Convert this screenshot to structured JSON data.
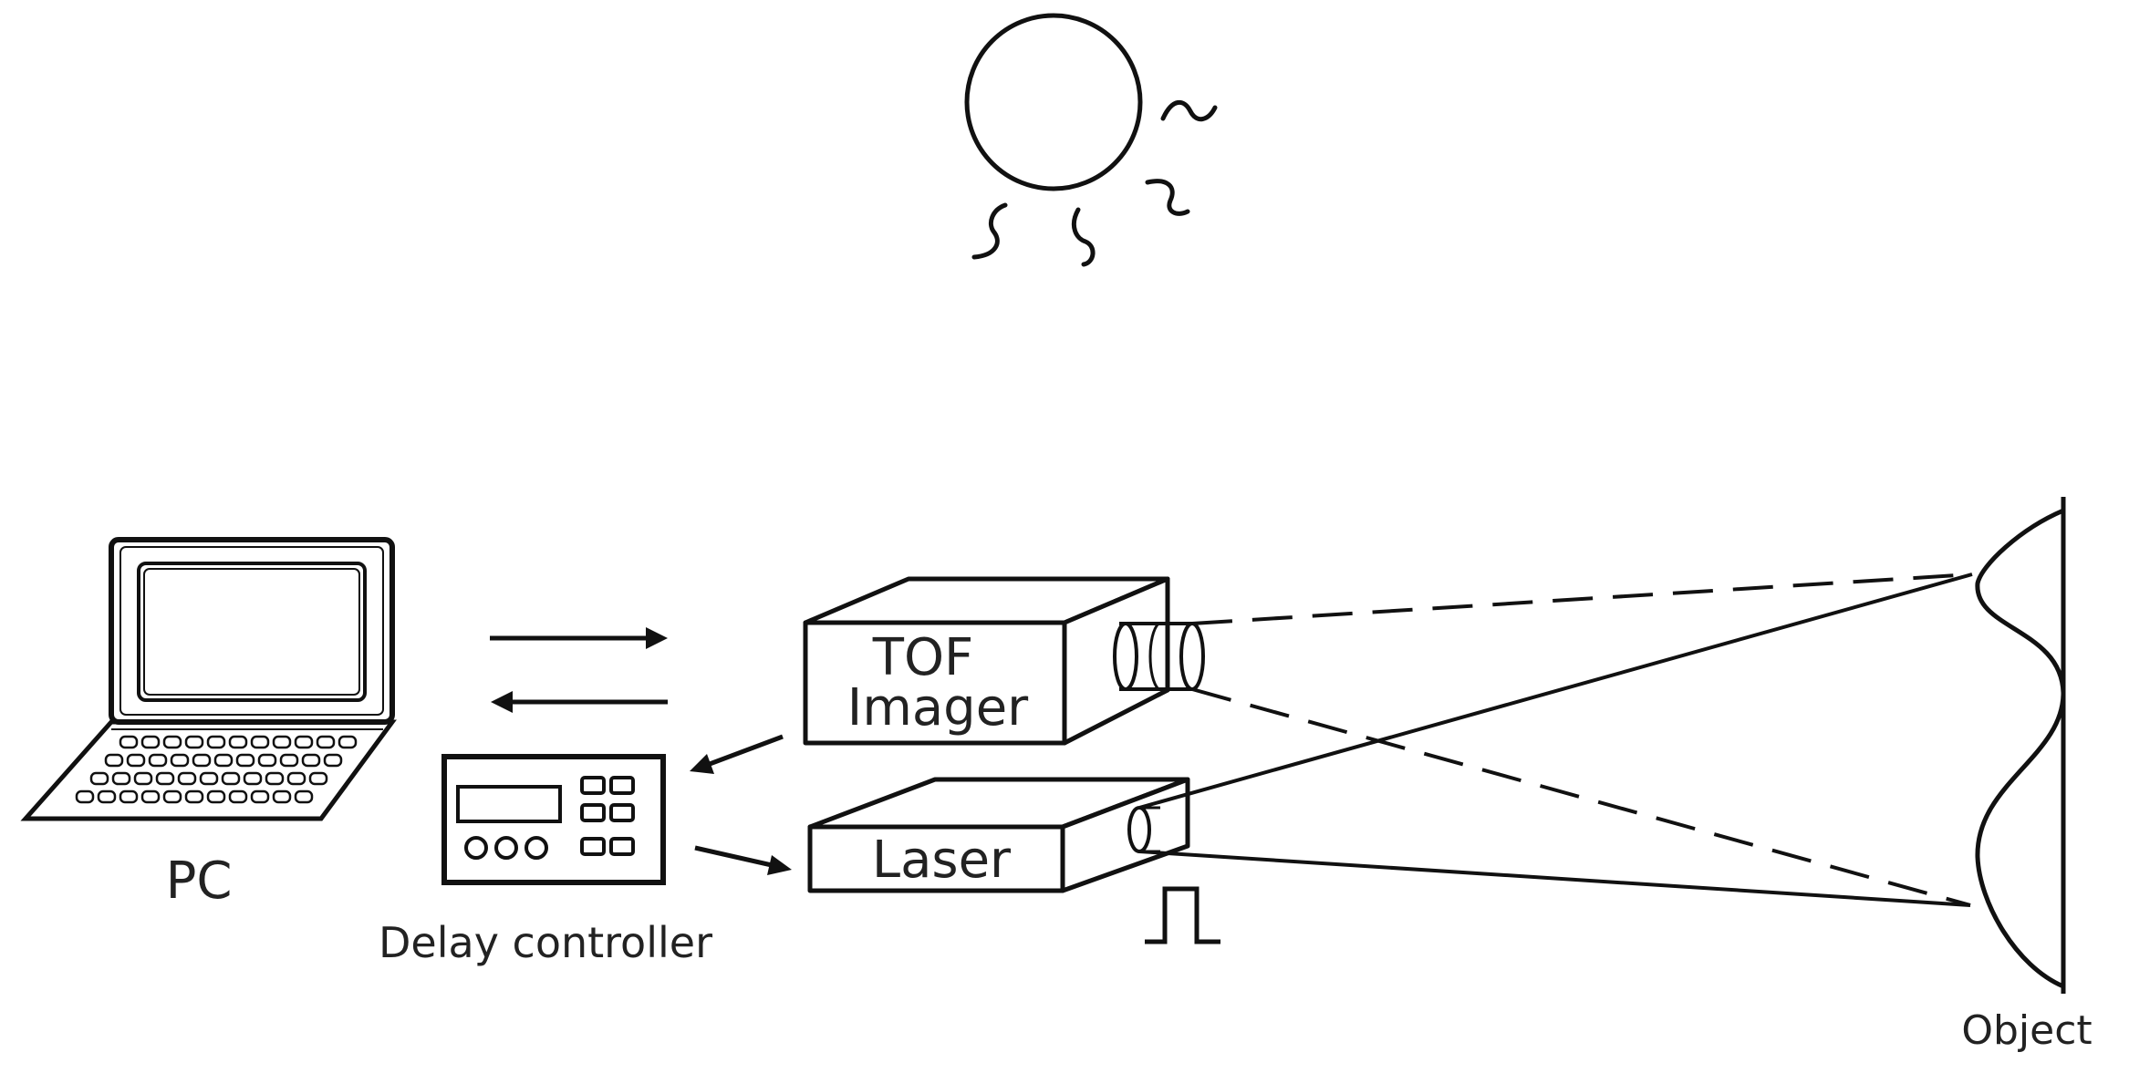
{
  "labels": {
    "pc": "PC",
    "delay_controller": "Delay controller",
    "tof_line1": "TOF",
    "tof_line2": "Imager",
    "laser": "Laser",
    "object": "Object"
  },
  "colors": {
    "stroke": "#111111",
    "text": "#222222",
    "background": "#ffffff"
  },
  "icons": [
    "sun-icon",
    "laptop-icon",
    "delay-controller-icon",
    "tof-imager-icon",
    "laser-icon",
    "pulse-icon",
    "object-icon"
  ]
}
